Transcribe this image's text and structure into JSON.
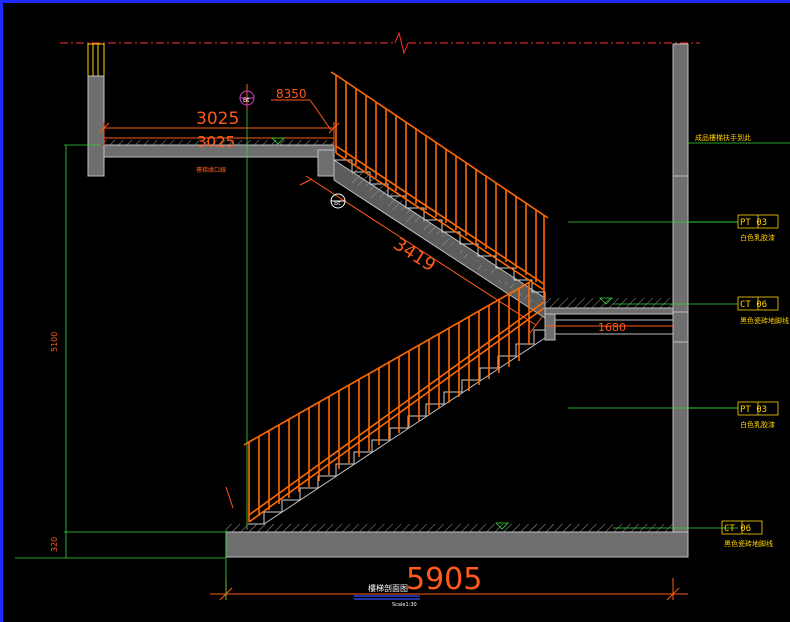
{
  "dimensions": {
    "top_big": "3025",
    "top_small": "3025",
    "dim_8350": "8350",
    "slope": "3419",
    "landing": "1680",
    "height_total": "5100",
    "height_base": "320",
    "bottom": "5905"
  },
  "callouts": {
    "top_right_note": "成品樓梯扶手到此",
    "left_note": "樓梯緣口線",
    "pt1_code": "PT 03",
    "pt1_desc": "白色乳胶漆",
    "ct1_code": "CT 06",
    "ct1_desc": "黑色瓷砖地脚线",
    "pt2_code": "PT 03",
    "pt2_desc": "白色乳胶漆",
    "ct2_code": "CT 06",
    "ct2_desc": "黑色瓷砖地脚线"
  },
  "title": {
    "name": "樓梯剖面图",
    "scale": "Scale1:30"
  },
  "markers": {
    "m1": "Bt",
    "m2": "Bt"
  },
  "colors": {
    "background": "#000000",
    "frame": "#1c2cff",
    "dimension": "#ff5a1a",
    "stair": "#ff6a00",
    "leader": "#35d835",
    "wall": "#7a7a7a",
    "callout": "#ffd200"
  }
}
